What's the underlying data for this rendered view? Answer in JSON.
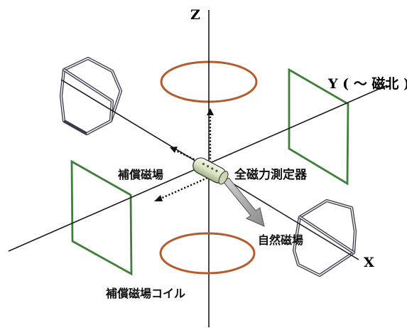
{
  "labels": {
    "z_axis": "Z",
    "y_axis": "Y ( ～ 磁北 )",
    "x_axis": "X",
    "compensation_field": "補償磁場",
    "total_field_sensor": "全磁力測定器",
    "natural_field": "自然磁場",
    "compensation_coil": "補償磁場コイル"
  },
  "colors": {
    "z_coil": "#b35c2e",
    "y_coil": "#3f7f3a",
    "x_coil": "#3a3a48",
    "sensor_body": "#d9e4c2",
    "natural_field_arrow": "#9a9a9a"
  }
}
